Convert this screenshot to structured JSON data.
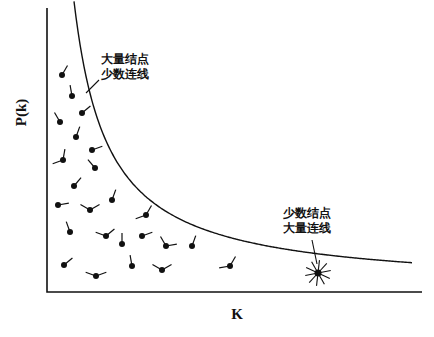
{
  "diagram": {
    "labels": [
      "P(k)",
      "K",
      "大量结点 少数连线",
      "少数结点 大量连线"
    ]
  }
}
